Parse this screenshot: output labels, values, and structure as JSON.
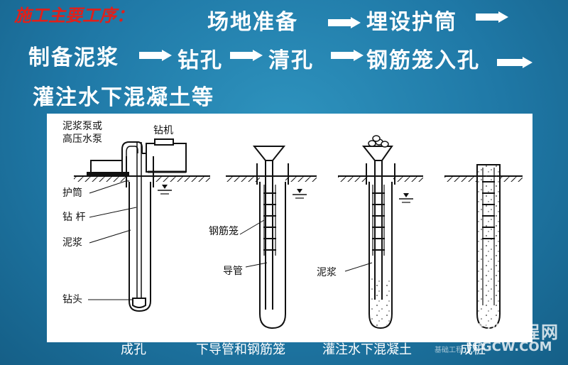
{
  "header": {
    "label": "施工主要工序：",
    "steps": [
      "场地准备",
      "埋设护筒",
      "制备泥浆",
      "钻孔",
      "清孔",
      "钢筋笼入孔",
      "灌注水下混凝土等"
    ]
  },
  "figure": {
    "labels": {
      "pump": "泥浆泵或",
      "pump2": "高压水泵",
      "drill": "钻机",
      "casing": "护筒",
      "rod": "钻  杆",
      "mud": "泥浆",
      "bit": "钻头",
      "cage": "钢筋笼",
      "tremie": "导管",
      "mud2": "泥浆"
    },
    "captions": [
      "成孔",
      "下导管和钢筋笼",
      "灌注水下混凝土",
      "成桩"
    ]
  },
  "watermark": {
    "cn": "基础工程网",
    "en": "JCGCW.COM",
    "small": "基础工程"
  },
  "colors": {
    "title_red": "#e0201a",
    "background": "#1f78a6"
  }
}
